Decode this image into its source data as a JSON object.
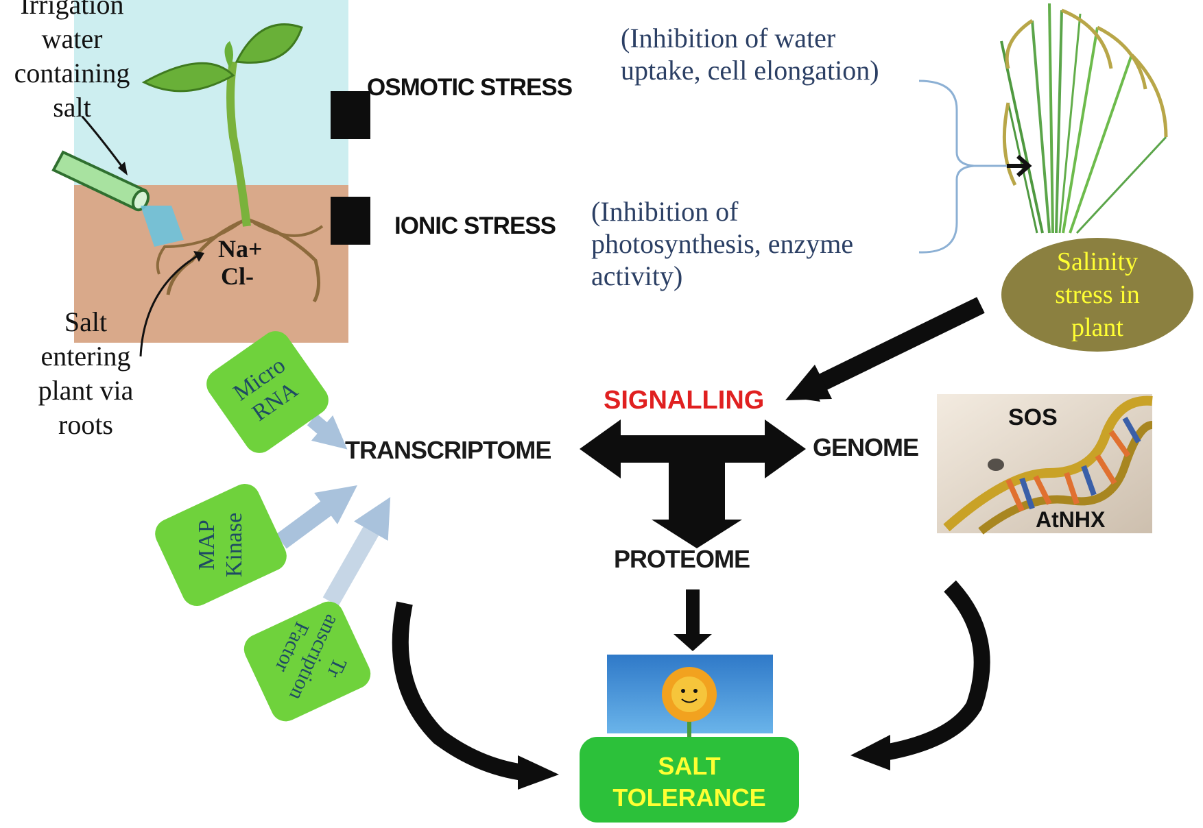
{
  "soil_panel": {
    "irrigation_label": "Irrigation\nwater\ncontaining\nsalt",
    "na_label": "Na+",
    "cl_label": "Cl-",
    "entry_label": "Salt\nentering\nplant via\nroots"
  },
  "stresses": {
    "osmotic": "OSMOTIC STRESS",
    "osmotic_note": "(Inhibition of water\nuptake, cell elongation)",
    "ionic": "IONIC STRESS",
    "ionic_note": "(Inhibition of\nphotosynthesis, enzyme\nactivity)"
  },
  "salinity_label": "Salinity\nstress in\nplant",
  "signalling_label": "SIGNALLING",
  "omics": {
    "transcriptome": "TRANSCRIPTOME",
    "genome": "GENOME",
    "proteome": "PROTEOME"
  },
  "genome_image": {
    "sos": "SOS",
    "atnhx": "AtNHX"
  },
  "regulators": {
    "micro_rna": "Micro\nRNA",
    "map_kinase": "MAP\nKinase",
    "transcription_factor": "Tr\nanscription\nFactor"
  },
  "salt_tolerance_label": "SALT\nTOLERANCE",
  "colors": {
    "signalling": "#e02020",
    "salinity_text": "#ffff33",
    "salinity_ellipse": "#8b8040",
    "green_box": "#6fd23c",
    "tolerance_box": "#2cc13a",
    "tolerance_text": "#ffff33"
  }
}
